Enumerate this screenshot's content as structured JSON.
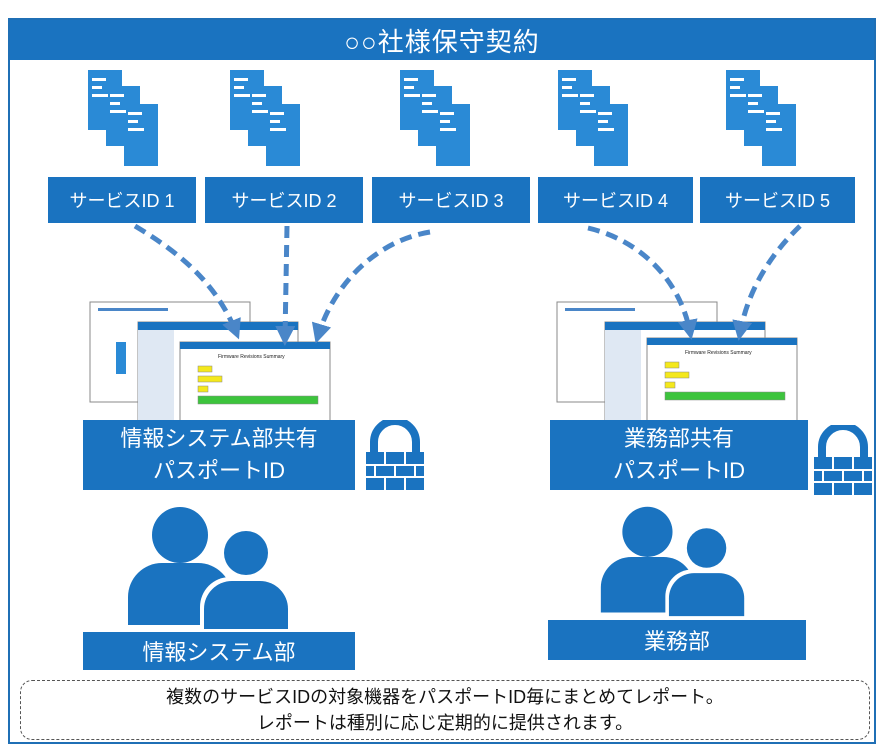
{
  "title": "○○社様保守契約",
  "services": [
    {
      "label": "サービスID 1"
    },
    {
      "label": "サービスID 2"
    },
    {
      "label": "サービスID 3"
    },
    {
      "label": "サービスID 4"
    },
    {
      "label": "サービスID 5"
    }
  ],
  "groups": [
    {
      "passport_line1": "情報システム部共有",
      "passport_line2": "パスポートID",
      "department": "情報システム部"
    },
    {
      "passport_line1": "業務部共有",
      "passport_line2": "パスポートID",
      "department": "業務部"
    }
  ],
  "report_chart_title": "Firmware Revisions Summary",
  "note": {
    "line1": "複数のサービスIDの対象機器をパスポートID毎にまとめてレポート。",
    "line2": "レポートは種別に応じ定期的に提供されます。"
  },
  "colors": {
    "brand_blue": "#1a73c0",
    "arrow_blue": "#4a86c8",
    "icon_blue": "#2a8ad6"
  }
}
